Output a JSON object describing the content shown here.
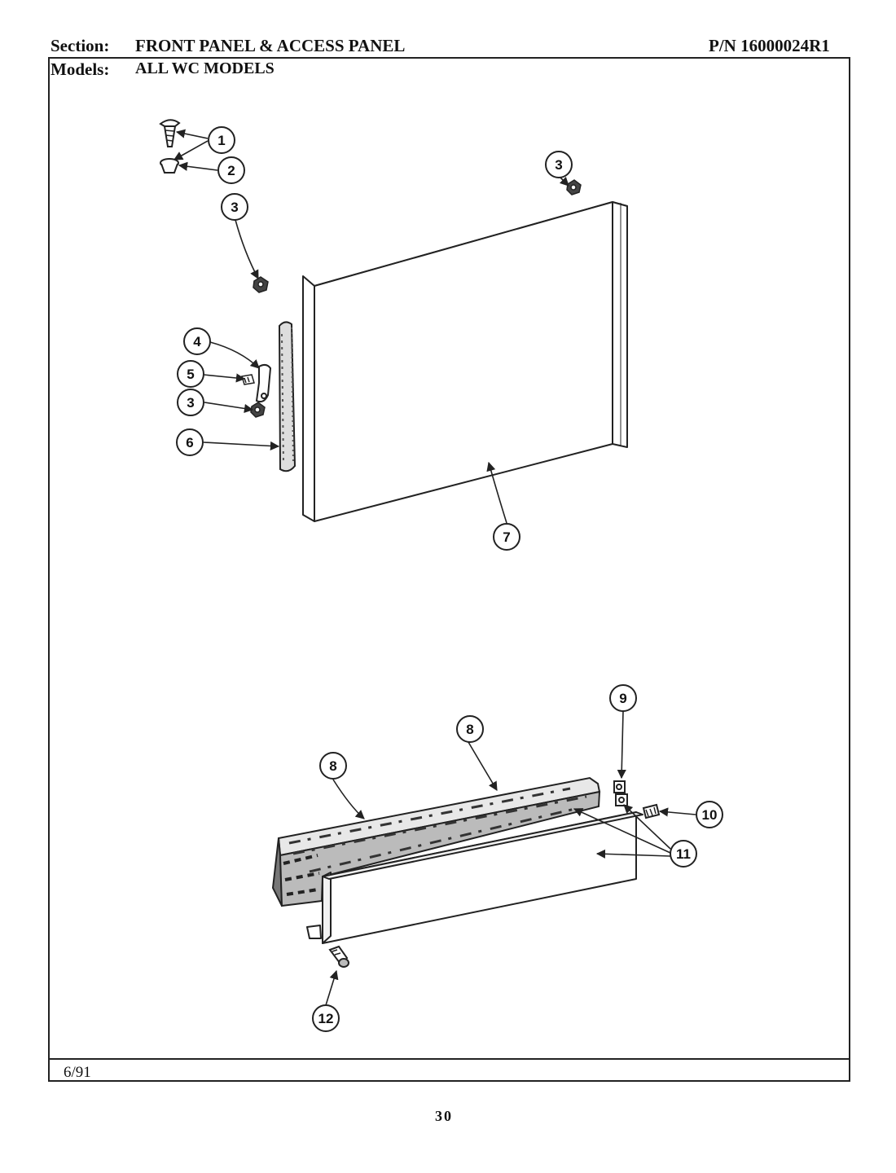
{
  "header": {
    "section_label": "Section:",
    "section_title": "FRONT PANEL & ACCESS PANEL",
    "part_number": "P/N 16000024R1",
    "models_label": "Models:",
    "models_value": "ALL WC MODELS"
  },
  "footer": {
    "date": "6/91",
    "page_number": "30"
  },
  "callouts": [
    "1",
    "2",
    "3",
    "3",
    "4",
    "5",
    "3",
    "6",
    "7",
    "8",
    "8",
    "9",
    "10",
    "11",
    "12"
  ],
  "colors": {
    "ink": "#222222",
    "background": "#ffffff"
  }
}
